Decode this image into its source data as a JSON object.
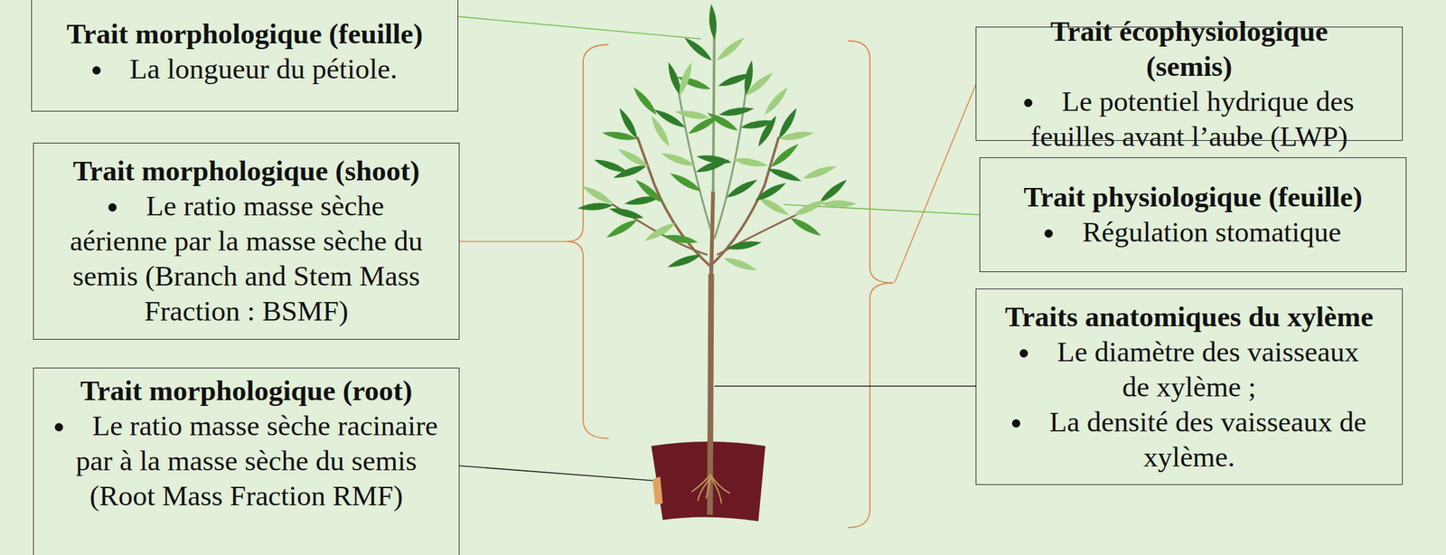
{
  "diagram": {
    "nodes": [
      {
        "text": [
          "Trait morphologique (feuille)",
          "La longueur du pétiole."
        ]
      },
      {
        "text": [
          "Trait morphologique (shoot)",
          "Le ratio masse sèche aérienne par la masse sèche du semis (Branch and Stem Mass Fraction : BSMF)"
        ]
      },
      {
        "text": [
          "Trait morphologique (root)",
          "Le ratio masse sèche racinaire par à la masse sèche du semis (Root Mass Fraction RMF)"
        ]
      },
      {
        "text": [
          "Trait écophysiologique (semis)",
          "Le potentiel hydrique des feuilles avant l’aube (LWP)"
        ]
      },
      {
        "text": [
          "Trait physiologique (feuille)",
          "Régulation stomatique"
        ]
      },
      {
        "text": [
          "Traits anatomiques du xylème",
          "Le diamètre des vaisseaux de xylème ;",
          "La densité des vaisseaux de xylème."
        ]
      }
    ]
  }
}
